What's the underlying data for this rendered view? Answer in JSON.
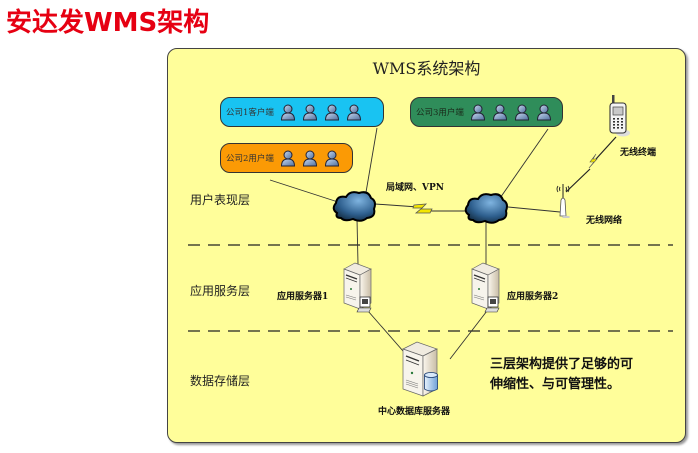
{
  "page": {
    "title": "安达发WMS架构"
  },
  "diagram": {
    "title": "WMS系统架构",
    "layers": [
      {
        "label": "用户表现层"
      },
      {
        "label": "应用服务层"
      },
      {
        "label": "数据存储层"
      }
    ],
    "groups": [
      {
        "label": "公司1客户端",
        "users": 4,
        "color": "#19c3f2"
      },
      {
        "label": "公司2用户端",
        "users": 3,
        "color": "#fb9a05"
      },
      {
        "label": "公司3用户端",
        "users": 4,
        "color": "#2f8d5a"
      }
    ],
    "network_link_label": "局域网、VPN",
    "wireless_terminal_label": "无线终端",
    "wireless_network_label": "无线网络",
    "app_server_1_label": "应用服务器1",
    "app_server_2_label": "应用服务器2",
    "db_server_label": "中心数据库服务器",
    "note_lines": [
      "三层架构提供了足够的可",
      "伸缩性、与可管理性。"
    ],
    "icons": {
      "user": "user-icon",
      "cloud": "cloud-icon",
      "server": "server-icon",
      "database": "database-icon",
      "phone": "mobile-phone-icon",
      "antenna": "wireless-antenna-icon",
      "lightning": "lightning-link-icon"
    }
  }
}
